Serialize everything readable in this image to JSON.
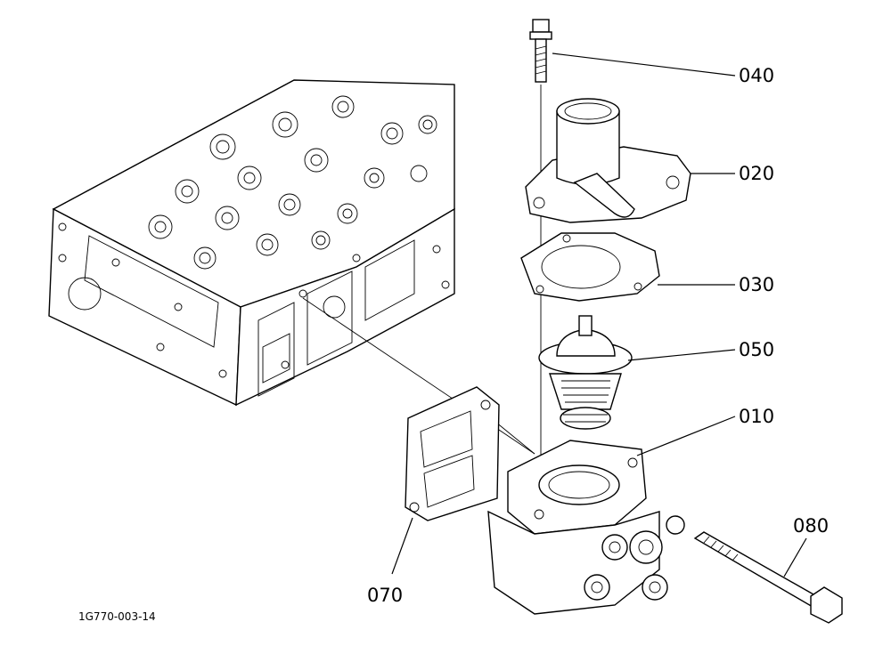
{
  "callouts": [
    {
      "id": "040",
      "text": "040"
    },
    {
      "id": "020",
      "text": "020"
    },
    {
      "id": "030",
      "text": "030"
    },
    {
      "id": "050",
      "text": "050"
    },
    {
      "id": "010",
      "text": "010"
    },
    {
      "id": "080",
      "text": "080"
    },
    {
      "id": "070",
      "text": "070"
    }
  ],
  "reference_code": "1G770-003-14"
}
